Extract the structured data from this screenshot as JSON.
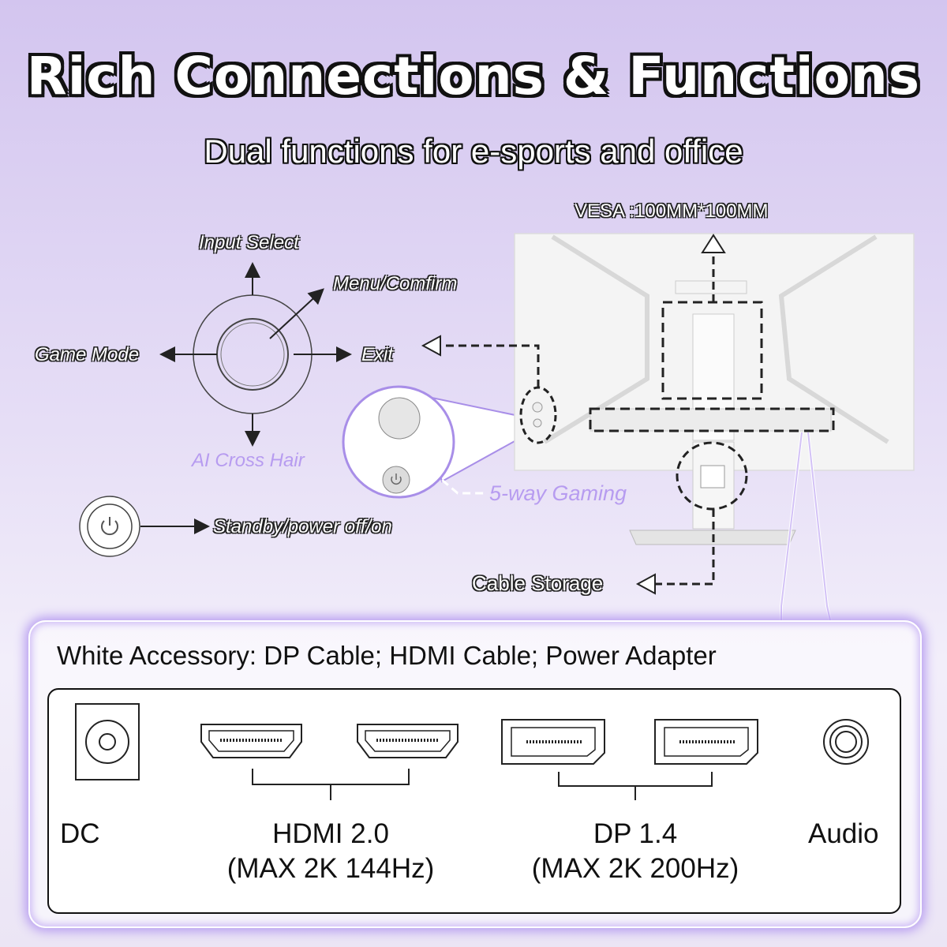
{
  "header": {
    "title": "Rich Connections & Functions",
    "subtitle": "Dual functions for e-sports and office"
  },
  "joystick": {
    "up_label": "Input Select",
    "press_label": "Menu/Comfirm",
    "left_label": "Game Mode",
    "right_label": "Exit",
    "down_label": "AI Cross Hair"
  },
  "power_button": {
    "label": "Standby/power off/on"
  },
  "monitor": {
    "vesa_label": "VESA :100MM*100MM",
    "gaming_label": "5-way Gaming",
    "cable_label": "Cable Storage"
  },
  "ports": {
    "accessory_text": "White Accessory: DP Cable; HDMI Cable; Power Adapter",
    "dc_label": "DC",
    "hdmi_label": "HDMI 2.0",
    "hdmi_sub": "(MAX 2K 144Hz)",
    "dp_label": "DP 1.4",
    "dp_sub": "(MAX 2K 200Hz)",
    "audio_label": "Audio"
  },
  "colors": {
    "accent": "#b79cf0",
    "glow": "#b59af0",
    "background": "#e6def6"
  }
}
